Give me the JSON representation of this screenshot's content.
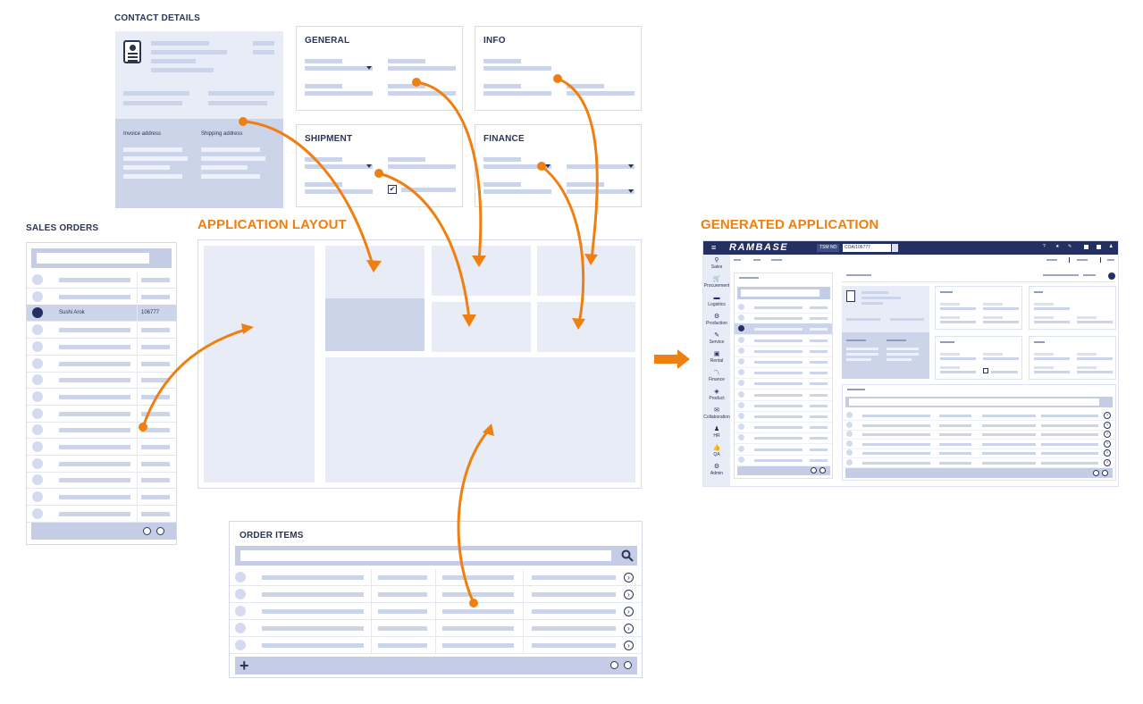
{
  "sections": {
    "contact_details": "CONTACT DETAILS",
    "general": "GENERAL",
    "info": "INFO",
    "shipment": "SHIPMENT",
    "finance": "FINANCE",
    "sales_orders": "SALES ORDERS",
    "application_layout": "APPLICATION LAYOUT",
    "order_items": "ORDER ITEMS",
    "generated_application": "GENERATED APPLICATION"
  },
  "contact": {
    "invoice_address": "Invoice address",
    "shipping_address": "Shipping address"
  },
  "sales_orders": {
    "selected_name": "Sushi Arok",
    "selected_id": "106777"
  },
  "app": {
    "logo": "RAMBASE",
    "company_select": "TSM NO",
    "search_value": "COA/106777",
    "sidebar": [
      "Sales",
      "Procurement",
      "Logistics",
      "Production",
      "Service",
      "Rental",
      "Finance",
      "Product",
      "Collaboration",
      "HR",
      "QA",
      "Admin"
    ]
  },
  "colors": {
    "accent": "#f07f11",
    "navy": "#2b3453",
    "panel": "#e8ecf7",
    "panel_dark": "#ccd4ea",
    "bar": "#c5cde6"
  }
}
